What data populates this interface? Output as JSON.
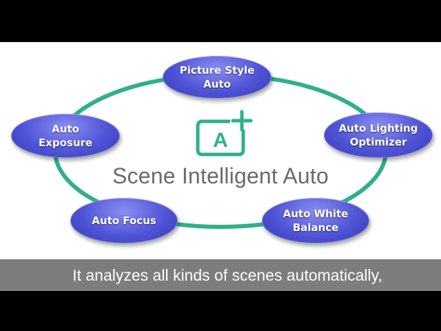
{
  "diagram": {
    "title": "Scene Intelligent Auto",
    "icon_letter": "A",
    "icon_plus": "+",
    "nodes": {
      "picture_style": "Picture Style\nAuto",
      "auto_lighting": "Auto Lighting\nOptimizer",
      "auto_white_balance": "Auto White\nBalance",
      "auto_focus": "Auto Focus",
      "auto_exposure": "Auto\nExposure"
    }
  },
  "caption": {
    "text": "It analyzes all kinds of scenes automatically,"
  },
  "colors": {
    "ring": "#2fb08a",
    "node": "#4f54d6",
    "title": "#6b6b6b",
    "caption_bg": "#7d7d7d"
  }
}
